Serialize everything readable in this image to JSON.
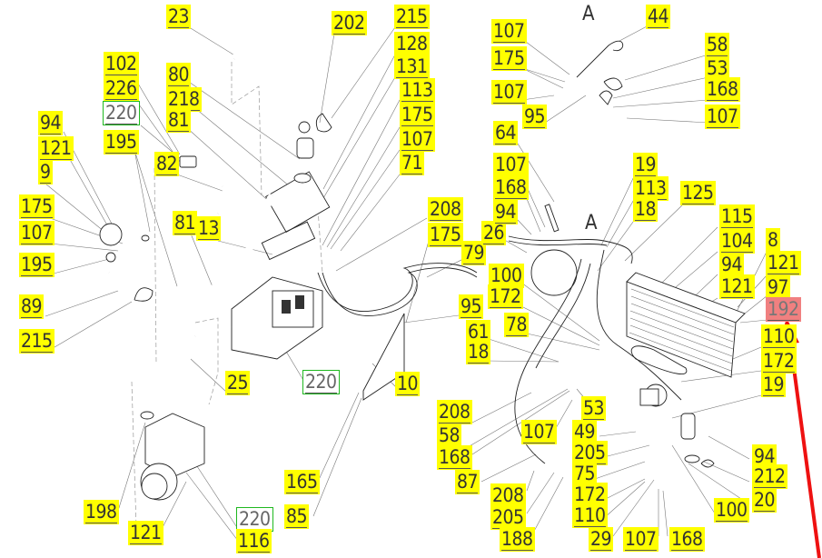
{
  "diagram": {
    "type": "exploded parts diagram",
    "view_markers": [
      "A",
      "A"
    ],
    "highlight_color": "#ffff00",
    "reference_box_color": "#1fb81f",
    "selected_color": "#f08080",
    "arrow_color": "#ee1111",
    "selected_label": "192",
    "labels": [
      {
        "id": "l23",
        "text": "23",
        "style": "y"
      },
      {
        "id": "l202",
        "text": "202",
        "style": "y"
      },
      {
        "id": "l215a",
        "text": "215",
        "style": "y"
      },
      {
        "id": "l128",
        "text": "128",
        "style": "y"
      },
      {
        "id": "l131",
        "text": "131",
        "style": "y"
      },
      {
        "id": "l113a",
        "text": "113",
        "style": "y"
      },
      {
        "id": "l175a",
        "text": "175",
        "style": "y"
      },
      {
        "id": "l107a",
        "text": "107",
        "style": "y"
      },
      {
        "id": "l71",
        "text": "71",
        "style": "y"
      },
      {
        "id": "l102",
        "text": "102",
        "style": "y"
      },
      {
        "id": "l226",
        "text": "226",
        "style": "y"
      },
      {
        "id": "l220a",
        "text": "220",
        "style": "g"
      },
      {
        "id": "l195a",
        "text": "195",
        "style": "y"
      },
      {
        "id": "l80",
        "text": "80",
        "style": "y"
      },
      {
        "id": "l218",
        "text": "218",
        "style": "y"
      },
      {
        "id": "l81a",
        "text": "81",
        "style": "y"
      },
      {
        "id": "l82",
        "text": "82",
        "style": "y"
      },
      {
        "id": "l94a",
        "text": "94",
        "style": "y"
      },
      {
        "id": "l121a",
        "text": "121",
        "style": "y"
      },
      {
        "id": "l9",
        "text": "9",
        "style": "y"
      },
      {
        "id": "l175b",
        "text": "175",
        "style": "y"
      },
      {
        "id": "l107b",
        "text": "107",
        "style": "y"
      },
      {
        "id": "l195b",
        "text": "195",
        "style": "y"
      },
      {
        "id": "l89",
        "text": "89",
        "style": "y"
      },
      {
        "id": "l215b",
        "text": "215",
        "style": "y"
      },
      {
        "id": "l81b",
        "text": "81",
        "style": "y"
      },
      {
        "id": "l13",
        "text": "13",
        "style": "y"
      },
      {
        "id": "l25",
        "text": "25",
        "style": "y"
      },
      {
        "id": "l220b",
        "text": "220",
        "style": "g"
      },
      {
        "id": "l10",
        "text": "10",
        "style": "y"
      },
      {
        "id": "l208a",
        "text": "208",
        "style": "y"
      },
      {
        "id": "l175c",
        "text": "175",
        "style": "y"
      },
      {
        "id": "l79",
        "text": "79",
        "style": "y"
      },
      {
        "id": "l26",
        "text": "26",
        "style": "y"
      },
      {
        "id": "l95a",
        "text": "95",
        "style": "y"
      },
      {
        "id": "l100a",
        "text": "100",
        "style": "y"
      },
      {
        "id": "l172a",
        "text": "172",
        "style": "y"
      },
      {
        "id": "l61",
        "text": "61",
        "style": "y"
      },
      {
        "id": "l18a",
        "text": "18",
        "style": "y"
      },
      {
        "id": "l78",
        "text": "78",
        "style": "y"
      },
      {
        "id": "l198",
        "text": "198",
        "style": "y"
      },
      {
        "id": "l121b",
        "text": "121",
        "style": "y"
      },
      {
        "id": "l220c",
        "text": "220",
        "style": "g"
      },
      {
        "id": "l116",
        "text": "116",
        "style": "y"
      },
      {
        "id": "l165",
        "text": "165",
        "style": "y"
      },
      {
        "id": "l85",
        "text": "85",
        "style": "y"
      },
      {
        "id": "l107c",
        "text": "107",
        "style": "y"
      },
      {
        "id": "l175d",
        "text": "175",
        "style": "y"
      },
      {
        "id": "l107d",
        "text": "107",
        "style": "y"
      },
      {
        "id": "l95b",
        "text": "95",
        "style": "y"
      },
      {
        "id": "l64",
        "text": "64",
        "style": "y"
      },
      {
        "id": "l44",
        "text": "44",
        "style": "y"
      },
      {
        "id": "l58a",
        "text": "58",
        "style": "y"
      },
      {
        "id": "l53a",
        "text": "53",
        "style": "y"
      },
      {
        "id": "l168a",
        "text": "168",
        "style": "y"
      },
      {
        "id": "l107e",
        "text": "107",
        "style": "y"
      },
      {
        "id": "l107f",
        "text": "107",
        "style": "y"
      },
      {
        "id": "l168b",
        "text": "168",
        "style": "y"
      },
      {
        "id": "l94b",
        "text": "94",
        "style": "y"
      },
      {
        "id": "l19a",
        "text": "19",
        "style": "y"
      },
      {
        "id": "l113b",
        "text": "113",
        "style": "y"
      },
      {
        "id": "l18b",
        "text": "18",
        "style": "y"
      },
      {
        "id": "l125",
        "text": "125",
        "style": "y"
      },
      {
        "id": "l115",
        "text": "115",
        "style": "y"
      },
      {
        "id": "l104",
        "text": "104",
        "style": "y"
      },
      {
        "id": "l94c",
        "text": "94",
        "style": "y"
      },
      {
        "id": "l121c",
        "text": "121",
        "style": "y"
      },
      {
        "id": "l8",
        "text": "8",
        "style": "y"
      },
      {
        "id": "l121d",
        "text": "121",
        "style": "y"
      },
      {
        "id": "l97",
        "text": "97",
        "style": "y"
      },
      {
        "id": "l192",
        "text": "192",
        "style": "r"
      },
      {
        "id": "l110a",
        "text": "110",
        "style": "y"
      },
      {
        "id": "l172b",
        "text": "172",
        "style": "y"
      },
      {
        "id": "l19b",
        "text": "19",
        "style": "y"
      },
      {
        "id": "l208b",
        "text": "208",
        "style": "y"
      },
      {
        "id": "l58b",
        "text": "58",
        "style": "y"
      },
      {
        "id": "l168c",
        "text": "168",
        "style": "y"
      },
      {
        "id": "l107g",
        "text": "107",
        "style": "y"
      },
      {
        "id": "l53b",
        "text": "53",
        "style": "y"
      },
      {
        "id": "l49",
        "text": "49",
        "style": "y"
      },
      {
        "id": "l205a",
        "text": "205",
        "style": "y"
      },
      {
        "id": "l87",
        "text": "87",
        "style": "y"
      },
      {
        "id": "l75",
        "text": "75",
        "style": "y"
      },
      {
        "id": "l172c",
        "text": "172",
        "style": "y"
      },
      {
        "id": "l110b",
        "text": "110",
        "style": "y"
      },
      {
        "id": "l208c",
        "text": "208",
        "style": "y"
      },
      {
        "id": "l205b",
        "text": "205",
        "style": "y"
      },
      {
        "id": "l188",
        "text": "188",
        "style": "y"
      },
      {
        "id": "l29",
        "text": "29",
        "style": "y"
      },
      {
        "id": "l107h",
        "text": "107",
        "style": "y"
      },
      {
        "id": "l168d",
        "text": "168",
        "style": "y"
      },
      {
        "id": "l94d",
        "text": "94",
        "style": "y"
      },
      {
        "id": "l212",
        "text": "212",
        "style": "y"
      },
      {
        "id": "l20",
        "text": "20",
        "style": "y"
      },
      {
        "id": "l100b",
        "text": "100",
        "style": "y"
      }
    ]
  }
}
